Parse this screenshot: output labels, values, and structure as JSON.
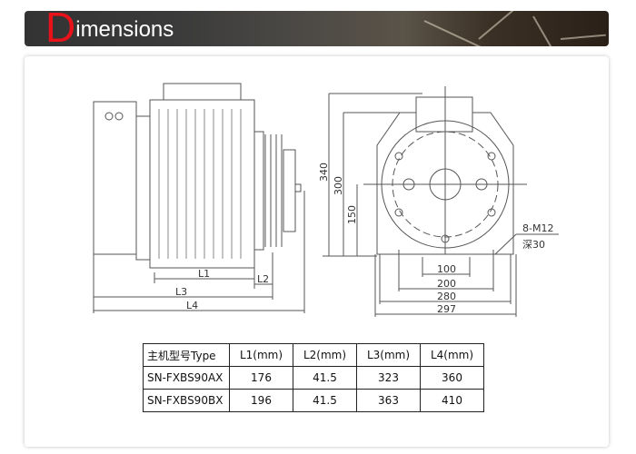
{
  "header": {
    "title_initial": "D",
    "title_rest": "imensions"
  },
  "drawing": {
    "side_labels": {
      "l1": "L1",
      "l2": "L2",
      "l3": "L3",
      "l4": "L4"
    },
    "front_labels": {
      "h340": "340",
      "h300": "300",
      "h150": "150",
      "w100": "100",
      "w200": "200",
      "w280": "280",
      "w297": "297",
      "bolt": "8-M12",
      "depth": "深30"
    }
  },
  "table": {
    "headers": [
      "主机型号Type",
      "L1(mm)",
      "L2(mm)",
      "L3(mm)",
      "L4(mm)"
    ],
    "rows": [
      [
        "SN-FXBS90AX",
        "176",
        "41.5",
        "323",
        "360"
      ],
      [
        "SN-FXBS90BX",
        "196",
        "41.5",
        "363",
        "410"
      ]
    ]
  }
}
